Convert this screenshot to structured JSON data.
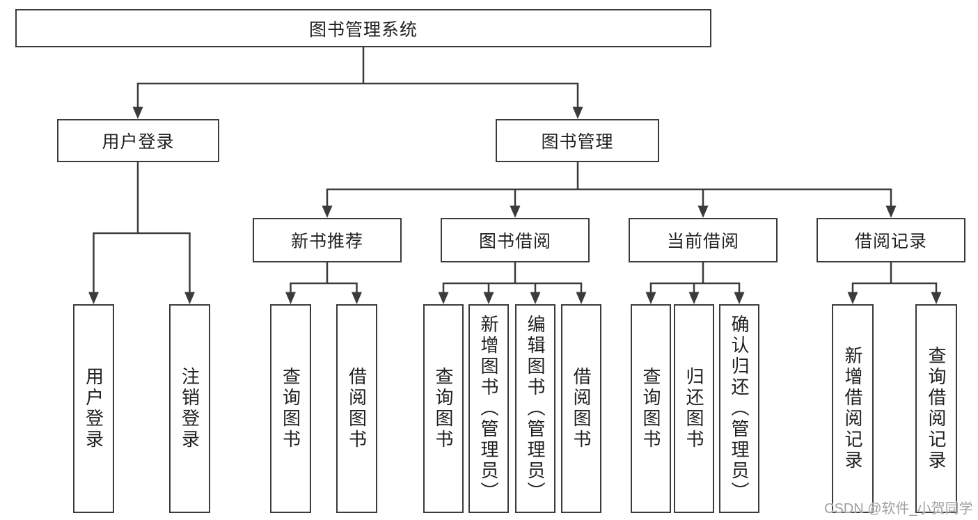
{
  "diagram": {
    "root": "图书管理系统",
    "level2": [
      "用户登录",
      "图书管理"
    ],
    "level3": [
      "新书推荐",
      "图书借阅",
      "当前借阅",
      "借阅记录"
    ],
    "leaves": {
      "user_login": [
        "用户登录",
        "注销登录"
      ],
      "new_books": [
        "查询图书",
        "借阅图书"
      ],
      "book_borrow": [
        "查询图书",
        "新增图书（管理员）",
        "编辑图书（管理员）",
        "借阅图书"
      ],
      "current_borrow": [
        "查询图书",
        "归还图书",
        "确认归还（管理员）"
      ],
      "borrow_records": [
        "新增借阅记录",
        "查询借阅记录"
      ]
    },
    "watermark": "CSDN @软件_小贺同学",
    "colors": {
      "line": "#3b3b3b",
      "text": "#1f1f1f",
      "watermark": "#a0a0a0",
      "canvas": "#ffffff"
    }
  }
}
